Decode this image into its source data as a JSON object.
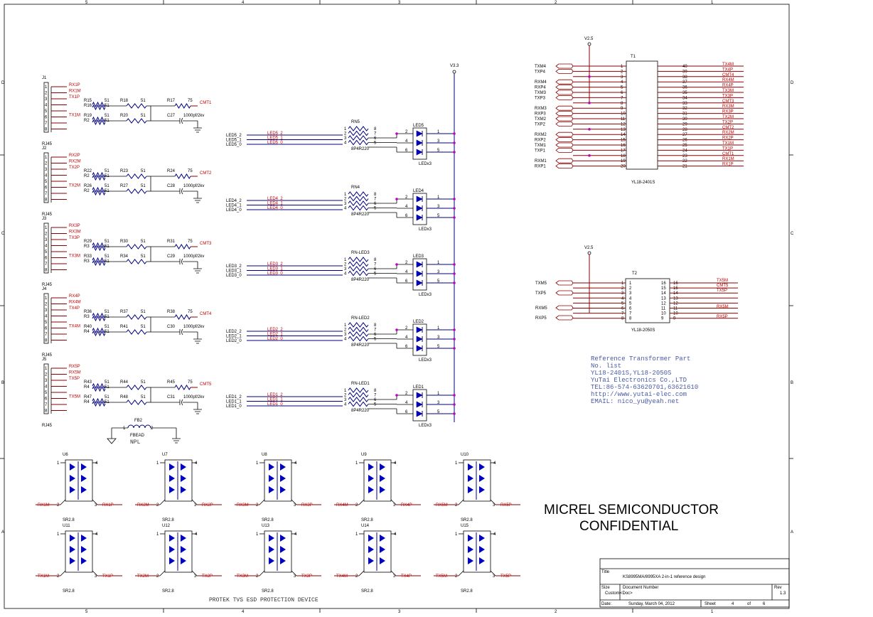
{
  "border": {
    "cols_top": [
      "5",
      "4",
      "3",
      "2",
      "1"
    ],
    "cols_bottom": [
      "5",
      "4",
      "3",
      "2",
      "1"
    ],
    "rows": [
      "D",
      "C",
      "B",
      "A"
    ]
  },
  "jacks": [
    {
      "ref": "J1",
      "type": "RJ45",
      "pins": [
        "1",
        "2",
        "3",
        "4",
        "5",
        "6",
        "7",
        "8"
      ],
      "nets": [
        "RX1P",
        "RX1M",
        "TX1P",
        "",
        "",
        "TX1M",
        "",
        ""
      ],
      "ra": "R15",
      "rb": "R16",
      "rc": "R19",
      "rd": "R2",
      "rv": "51",
      "r2": "R18",
      "r3": "R20",
      "rr": "R17",
      "rrv": "75",
      "cmt": "CMT1",
      "cap": "C27",
      "capv": "1000pf/2kv"
    },
    {
      "ref": "J2",
      "type": "RJ45",
      "pins": [
        "1",
        "2",
        "3",
        "4",
        "5",
        "6",
        "7",
        "8"
      ],
      "nets": [
        "RX2P",
        "RX2M",
        "TX2P",
        "",
        "",
        "TX2M",
        "",
        ""
      ],
      "ra": "R22",
      "rb": "R2",
      "rc": "R26",
      "rd": "R2",
      "rv": "51",
      "r2": "R23",
      "r3": "R27",
      "rr": "R24",
      "rrv": "75",
      "cmt": "CMT2",
      "cap": "C28",
      "capv": "1000pf/2kv"
    },
    {
      "ref": "J3",
      "type": "RJ45",
      "pins": [
        "1",
        "2",
        "3",
        "4",
        "5",
        "6",
        "7",
        "8"
      ],
      "nets": [
        "RX3P",
        "RX3M",
        "TX3P",
        "",
        "",
        "TX3M",
        "",
        ""
      ],
      "ra": "R29",
      "rb": "R3",
      "rc": "R33",
      "rd": "R3",
      "rv": "51",
      "r2": "R30",
      "r3": "R34",
      "rr": "R31",
      "rrv": "75",
      "cmt": "CMT3",
      "cap": "C29",
      "capv": "1000pf/2kv"
    },
    {
      "ref": "J4",
      "type": "RJ45",
      "pins": [
        "1",
        "2",
        "3",
        "4",
        "5",
        "6",
        "7",
        "8"
      ],
      "nets": [
        "RX4P",
        "RX4M",
        "TX4P",
        "",
        "",
        "TX4M",
        "",
        ""
      ],
      "ra": "R36",
      "rb": "R3",
      "rc": "R40",
      "rd": "R4",
      "rv": "51",
      "r2": "R37",
      "r3": "R41",
      "rr": "R38",
      "rrv": "75",
      "cmt": "CMT4",
      "cap": "C30",
      "capv": "1000pf/2kv"
    },
    {
      "ref": "J5",
      "type": "RJ45",
      "pins": [
        "1",
        "2",
        "3",
        "4",
        "5",
        "6",
        "7",
        "8"
      ],
      "nets": [
        "RX5P",
        "RX5M",
        "TX5P",
        "",
        "",
        "TX5M",
        "",
        ""
      ],
      "ra": "R43",
      "rb": "R4",
      "rc": "R47",
      "rd": "R4",
      "rv": "51",
      "r2": "R44",
      "r3": "R48",
      "rr": "R45",
      "rrv": "75",
      "cmt": "CMT5",
      "cap": "C31",
      "capv": "1000pf/2kv"
    }
  ],
  "fb": {
    "ref": "FB2",
    "type": "FBEAD",
    "npl": "NPL",
    "p1": "1",
    "p2": "2"
  },
  "rail": "V3.3",
  "rnets": [
    {
      "ref": "RN5",
      "val": "8P4R220",
      "led": "LED5",
      "ledtype": "LEDx3",
      "nets": [
        "LED5_2",
        "LED5_1",
        "LED5_0"
      ],
      "lbl": [
        "LED5_2",
        "LED5_1",
        "LED5_0"
      ]
    },
    {
      "ref": "RN4",
      "val": "8P4R220",
      "led": "LED4",
      "ledtype": "LEDx3",
      "nets": [
        "LED4_2",
        "LED4_1",
        "LED4_0"
      ],
      "lbl": [
        "LED4_2",
        "LED4_1",
        "LED4_0"
      ]
    },
    {
      "ref": "RN-LED3",
      "val": "8P4R220",
      "led": "LED3",
      "ledtype": "LEDx3",
      "nets": [
        "LED3_2",
        "LED3_1",
        "LED3_0"
      ],
      "lbl": [
        "LED3_2",
        "LED3_1",
        "LED3_0"
      ]
    },
    {
      "ref": "RN-LED2",
      "val": "8P4R220",
      "led": "LED2",
      "ledtype": "LEDx3",
      "nets": [
        "LED2_2",
        "LED2_1",
        "LED2_0"
      ],
      "lbl": [
        "LED2_2",
        "LED2_1",
        "LED2_0"
      ]
    },
    {
      "ref": "RN-LED1",
      "val": "8P4R220",
      "led": "LED1",
      "ledtype": "LEDx3",
      "nets": [
        "LED1_2",
        "LED1_1",
        "LED1_0"
      ],
      "lbl": [
        "LED1_2",
        "LED1_1",
        "LED1_0"
      ]
    }
  ],
  "rn_pins_left": [
    "1",
    "2",
    "3",
    "4"
  ],
  "rn_pins_right": [
    "8",
    "7",
    "6",
    "5"
  ],
  "led_pins_left": [
    "2",
    "4",
    "6"
  ],
  "led_pins_right": [
    "1",
    "3",
    "5"
  ],
  "t1": {
    "ref": "T1",
    "part": "YL18-2401S",
    "rail": "V2.5",
    "left_nets": [
      "TXM4",
      "TXP4",
      "",
      "RXM4",
      "RXP4",
      "TXM3",
      "TXP3",
      "",
      "RXM3",
      "RXP3",
      "TXM2",
      "TXP2",
      "",
      "RXM2",
      "RXP2",
      "TXM1",
      "TXP1",
      "",
      "RXM1",
      "RXP1"
    ],
    "left_pins": [
      "1",
      "2",
      "3",
      "4",
      "5",
      "6",
      "7",
      "8",
      "9",
      "10",
      "11",
      "12",
      "13",
      "14",
      "15",
      "16",
      "17",
      "18",
      "19",
      "20"
    ],
    "right_pins": [
      "40",
      "39",
      "38",
      "37",
      "36",
      "35",
      "34",
      "33",
      "32",
      "31",
      "30",
      "29",
      "28",
      "27",
      "26",
      "25",
      "24",
      "23",
      "22",
      "21"
    ],
    "right_nets": [
      "TX4M",
      "TX4P",
      "CMT4",
      "RX4M",
      "RX4P",
      "TX3M",
      "TX3P",
      "CMT3",
      "RX3M",
      "RX3P",
      "TX2M",
      "TX2P",
      "CMT2",
      "RX2M",
      "RX2P",
      "TX1M",
      "TX1P",
      "CMT1",
      "RX1M",
      "RX1P"
    ]
  },
  "t2": {
    "ref": "T2",
    "part": "YL18-2050S",
    "rail": "V2.5",
    "left_pins": [
      "1",
      "2",
      "3",
      "4",
      "5",
      "6",
      "7",
      "8"
    ],
    "right_pins": [
      "16",
      "15",
      "14",
      "13",
      "12",
      "11",
      "10",
      "9"
    ],
    "in_left": [
      "1",
      "2",
      "3",
      "4",
      "5",
      "6",
      "7",
      "8"
    ],
    "in_right": [
      "16",
      "15",
      "14",
      "13",
      "12",
      "11",
      "10",
      "9"
    ],
    "left_nets": {
      "txm5": "TXM5",
      "txp5": "TXP5",
      "rxm5": "RXM5",
      "rxp5": "RXP5"
    },
    "right_nets": {
      "tx5m": "TX5M",
      "cmt5": "CMT5",
      "tx5p": "TX5P",
      "rx5m": "RX5M",
      "rx5p": "RX5P"
    }
  },
  "note": [
    "Reference Transformer Part",
    "No. list",
    "YL18-2401S,YL18-2050S",
    "YuTai Electronics Co.,LTD",
    "TEL:86-574-63620701,63621610",
    "http://www.yutai-elec.com",
    "EMAIL: nico_yu@yeah.net"
  ],
  "tvs_rx": [
    {
      "ref": "U6",
      "l": "RX1M",
      "r": "RX1P",
      "part": "SR2.8"
    },
    {
      "ref": "U7",
      "l": "RX2M",
      "r": "RX2P",
      "part": "SR2.8"
    },
    {
      "ref": "U8",
      "l": "RX3M",
      "r": "RX3P",
      "part": "SR2.8"
    },
    {
      "ref": "U9",
      "l": "RX4M",
      "r": "RX4P",
      "part": "SR2.8"
    },
    {
      "ref": "U10",
      "l": "RX5M",
      "r": "RX5P",
      "part": "SR2.8"
    }
  ],
  "tvs_tx": [
    {
      "ref": "U11",
      "l": "TX1M",
      "r": "TX1P",
      "part": "SR2.8"
    },
    {
      "ref": "U12",
      "l": "TX2M",
      "r": "TX2P",
      "part": "SR2.8"
    },
    {
      "ref": "U13",
      "l": "TX3M",
      "r": "TX3P",
      "part": "SR2.8"
    },
    {
      "ref": "U14",
      "l": "TX4M",
      "r": "TX4P",
      "part": "SR2.8"
    },
    {
      "ref": "U15",
      "l": "TX5M",
      "r": "TX5P",
      "part": "SR2.8"
    }
  ],
  "tvs_pins": {
    "p1": "1",
    "p2": "2",
    "p3": "3",
    "p4": "4"
  },
  "protek": "PROTEK TVS ESD PROTECTION DEVICE",
  "company": "MICREL SEMICONDUCTOR",
  "confidential": "CONFIDENTIAL",
  "titleblock": {
    "title_label": "Title",
    "title": "KS8995MA/8995XA 2-in-1 reference design",
    "size_label": "Size",
    "size": "Custom",
    "docnum_label": "Document Number",
    "docnum": "<Doc>",
    "rev_label": "Rev",
    "rev": "1.3",
    "date_label": "Date:",
    "date": "Sunday, March 04, 2012",
    "sheet_label": "Sheet",
    "sheet": "4",
    "of_label": "of",
    "of": "6"
  },
  "colors": {
    "wire": "#8a0000",
    "net_label": "#c00000",
    "bus": "#00007a",
    "junction": "#c000c0",
    "note": "#4a5aa8"
  }
}
